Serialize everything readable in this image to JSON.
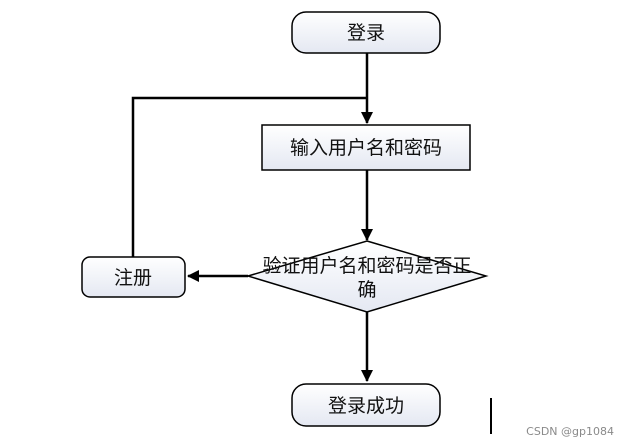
{
  "diagram": {
    "nodes": {
      "start": {
        "label": "登录",
        "shape": "terminator"
      },
      "input": {
        "label": "输入用户名和密码",
        "shape": "process"
      },
      "verify": {
        "label_line1": "验证用户名和密码是否正",
        "label_line2": "确",
        "shape": "decision"
      },
      "register": {
        "label": "注册",
        "shape": "terminator"
      },
      "success": {
        "label": "登录成功",
        "shape": "terminator"
      }
    },
    "edges": [
      {
        "from": "start",
        "to": "input"
      },
      {
        "from": "input",
        "to": "verify"
      },
      {
        "from": "verify",
        "to": "register"
      },
      {
        "from": "verify",
        "to": "success"
      },
      {
        "from": "register",
        "to": "input"
      }
    ],
    "colors": {
      "node_fill_top": "#ffffff",
      "node_fill_bottom": "#e4e8f2",
      "stroke": "#000000"
    }
  },
  "watermark": "CSDN @gp1084"
}
